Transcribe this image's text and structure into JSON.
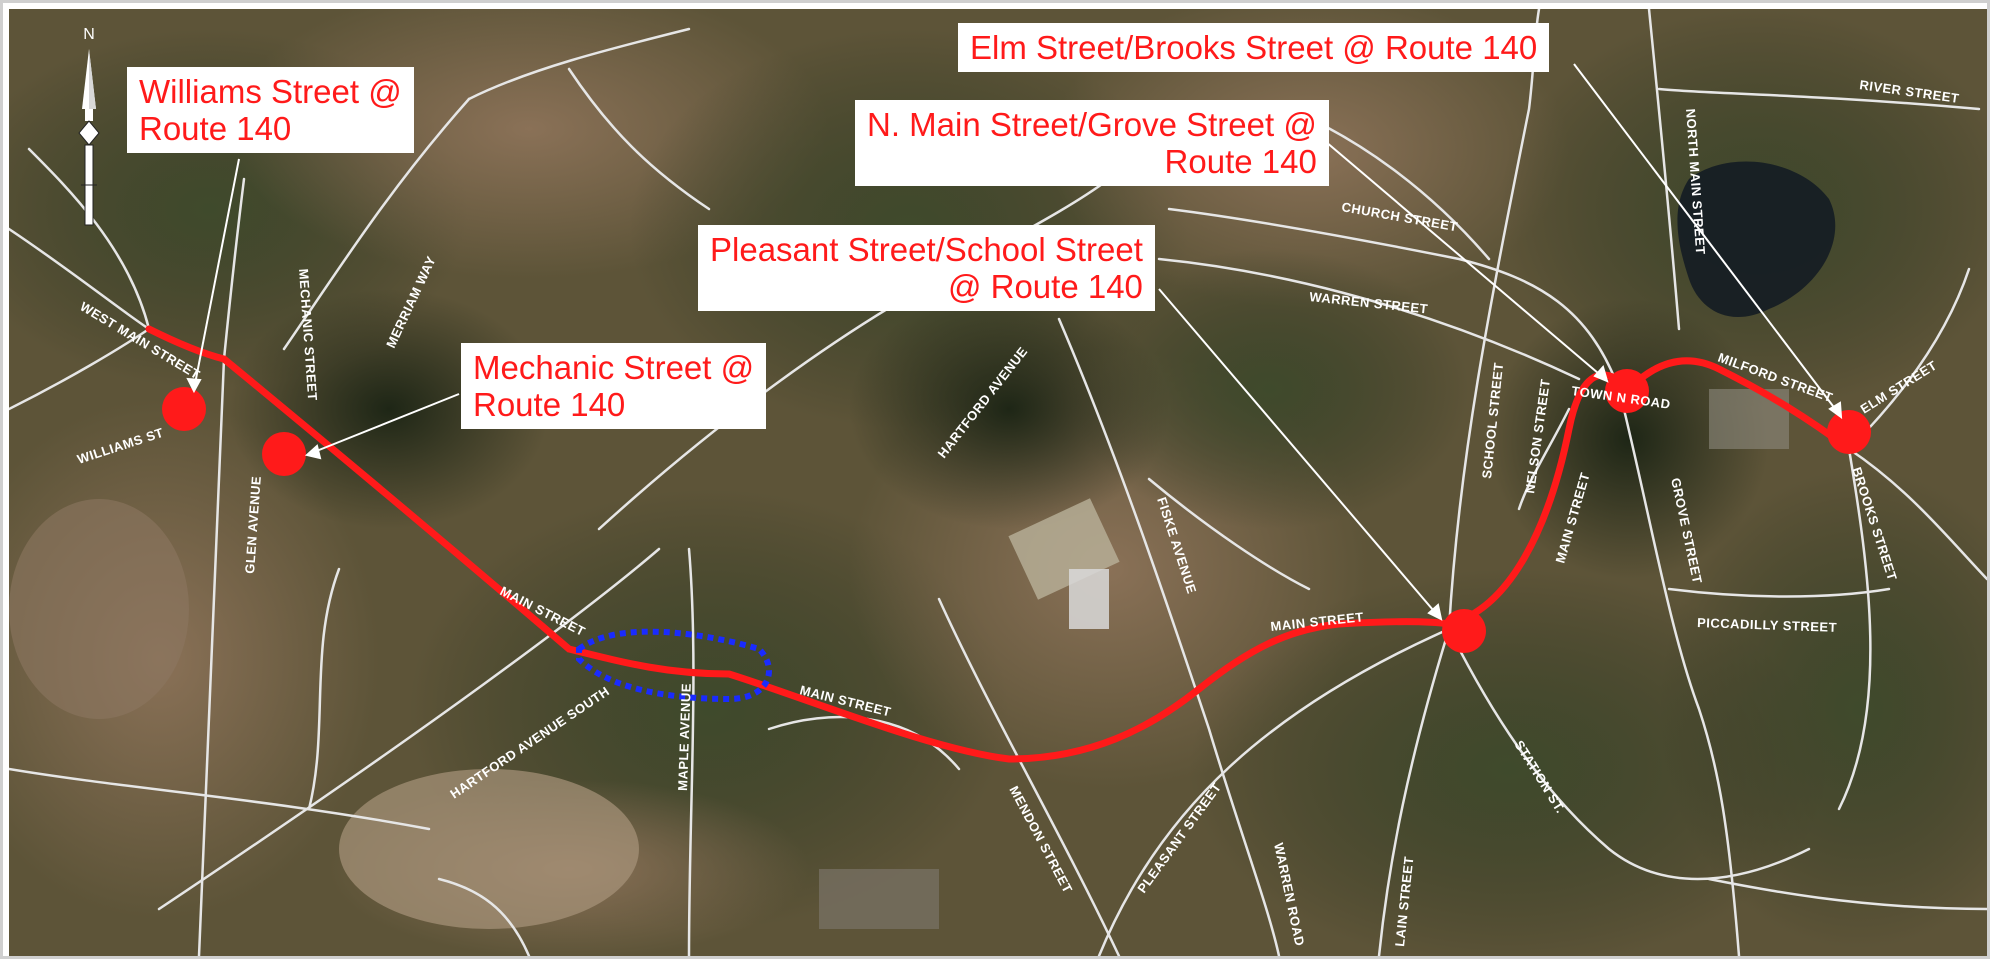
{
  "map": {
    "callouts": [
      {
        "id": "williams",
        "lines": [
          "Williams Street @",
          "Route 140"
        ]
      },
      {
        "id": "mechanic",
        "lines": [
          "Mechanic Street @",
          "Route 140"
        ]
      },
      {
        "id": "pleasant",
        "lines": [
          "Pleasant Street/School Street",
          "@ Route 140"
        ]
      },
      {
        "id": "nmain",
        "lines": [
          "N. Main Street/Grove Street @",
          "Route 140"
        ]
      },
      {
        "id": "elm",
        "lines": [
          "Elm Street/Brooks Street @ Route 140"
        ]
      }
    ],
    "road_labels": [
      "WEST MAIN STREET",
      "WILLIAMS ST",
      "MECHANIC STREET",
      "MERRIAM WAY",
      "GLEN AVENUE",
      "MAIN STREET",
      "HARTFORD AVENUE",
      "HARTFORD AVENUE SOUTH",
      "MAPLE AVENUE",
      "MAIN STREET",
      "MENDON STREET",
      "FISKE AVENUE",
      "PLEASANT STREET",
      "WARREN ROAD",
      "MAIN STREET",
      "LAIN STREET",
      "STATION ST.",
      "SCHOOL STREET",
      "NELSON STREET",
      "TOWN N ROAD",
      "MAIN STREET",
      "GROVE STREET",
      "PICCADILLY STREET",
      "NORTH MAIN STREET",
      "CHURCH STREET",
      "WARREN STREET",
      "MILFORD STREET",
      "ELM STREET",
      "BROOKS STREET",
      "RIVER STREET"
    ],
    "north_label": "N",
    "colors": {
      "route": "#ff1a1a",
      "study_area": "#1a2bff",
      "roads": "#e6e6e6",
      "callout_text": "#ff1a1a"
    },
    "icons": [
      "north-arrow-icon"
    ]
  }
}
